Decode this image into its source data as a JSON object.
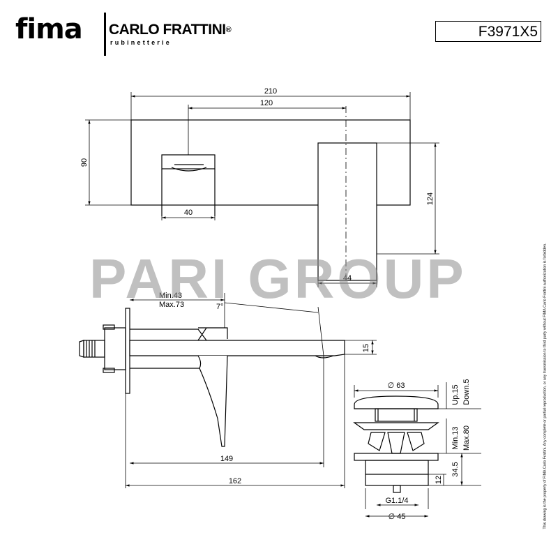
{
  "header": {
    "brand_fima": "fima",
    "brand_carlo_frattini": "CARLO FRATTINI",
    "brand_subtitle": "rubinetterie",
    "registered_mark": "®",
    "product_code": "F3971X5"
  },
  "watermark": "PARI GROUP",
  "notice": "This drawing is the property of FIMA Carlo Frattini. Any complete or partial reproduction, or any transmission to third party without FIMA Carlo Frattini authorization is forbidden.",
  "dimensions": {
    "front_width": "210",
    "spout_offset": "120",
    "plate_height": "90",
    "spout_width": "40",
    "handle_height": "124",
    "handle_width": "44",
    "min_depth": "Min.43",
    "max_depth": "Max.73",
    "angle": "7°",
    "spout_thickness": "15",
    "spout_reach": "149",
    "total_reach": "162",
    "waste_diameter_top": "∅ 63",
    "waste_up_down": "Up.15",
    "waste_down": "Down.5",
    "waste_min": "Min.13",
    "waste_max": "Max.80",
    "waste_height": "34.5",
    "waste_thread_height": "12",
    "waste_thread": "G1.1/4",
    "waste_diameter_bottom": "∅ 45"
  }
}
